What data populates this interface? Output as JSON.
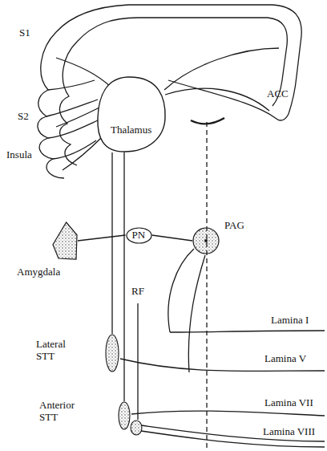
{
  "diagram": {
    "nodes": [
      {
        "text": [
          "Thalamus"
        ]
      },
      {
        "text": [
          "Amygdala"
        ]
      },
      {
        "text": [
          "PN"
        ]
      },
      {
        "text": [
          "PAG"
        ]
      },
      {
        "text": [
          "Lateral STT"
        ]
      },
      {
        "text": [
          "Anterior STT"
        ]
      }
    ],
    "edges": [
      {
        "from": 1,
        "to": 2,
        "arrow": "none"
      },
      {
        "from": 2,
        "to": 3,
        "arrow": "none"
      },
      {
        "from": 4,
        "to": 0,
        "arrow": "none"
      },
      {
        "from": 5,
        "to": 0,
        "arrow": "none"
      }
    ],
    "labels": [
      "S1",
      "S2",
      "Insula",
      "ACC",
      "RF",
      "Lamina I",
      "Lamina V",
      "Lamina VII",
      "Lamina VIII"
    ]
  }
}
